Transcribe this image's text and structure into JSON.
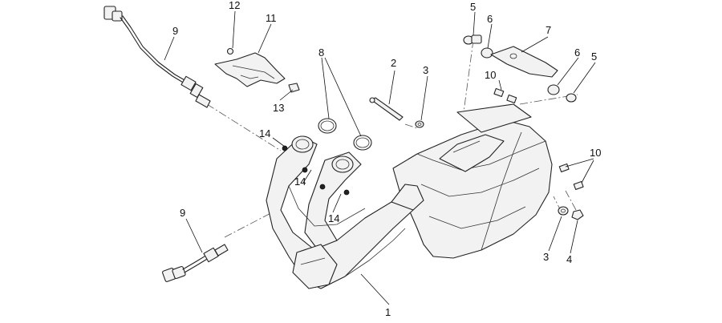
{
  "callouts": [
    {
      "id": "c1",
      "text": "1"
    },
    {
      "id": "c2",
      "text": "2"
    },
    {
      "id": "c3a",
      "text": "3"
    },
    {
      "id": "c3b",
      "text": "3"
    },
    {
      "id": "c4",
      "text": "4"
    },
    {
      "id": "c5a",
      "text": "5"
    },
    {
      "id": "c5b",
      "text": "5"
    },
    {
      "id": "c6a",
      "text": "6"
    },
    {
      "id": "c6b",
      "text": "6"
    },
    {
      "id": "c7",
      "text": "7"
    },
    {
      "id": "c8",
      "text": "8"
    },
    {
      "id": "c9a",
      "text": "9"
    },
    {
      "id": "c9b",
      "text": "9"
    },
    {
      "id": "c10a",
      "text": "10"
    },
    {
      "id": "c10b",
      "text": "10"
    },
    {
      "id": "c11",
      "text": "11"
    },
    {
      "id": "c12",
      "text": "12"
    },
    {
      "id": "c13",
      "text": "13"
    },
    {
      "id": "c14a",
      "text": "14"
    },
    {
      "id": "c14b",
      "text": "14"
    },
    {
      "id": "c14c",
      "text": "14"
    }
  ]
}
